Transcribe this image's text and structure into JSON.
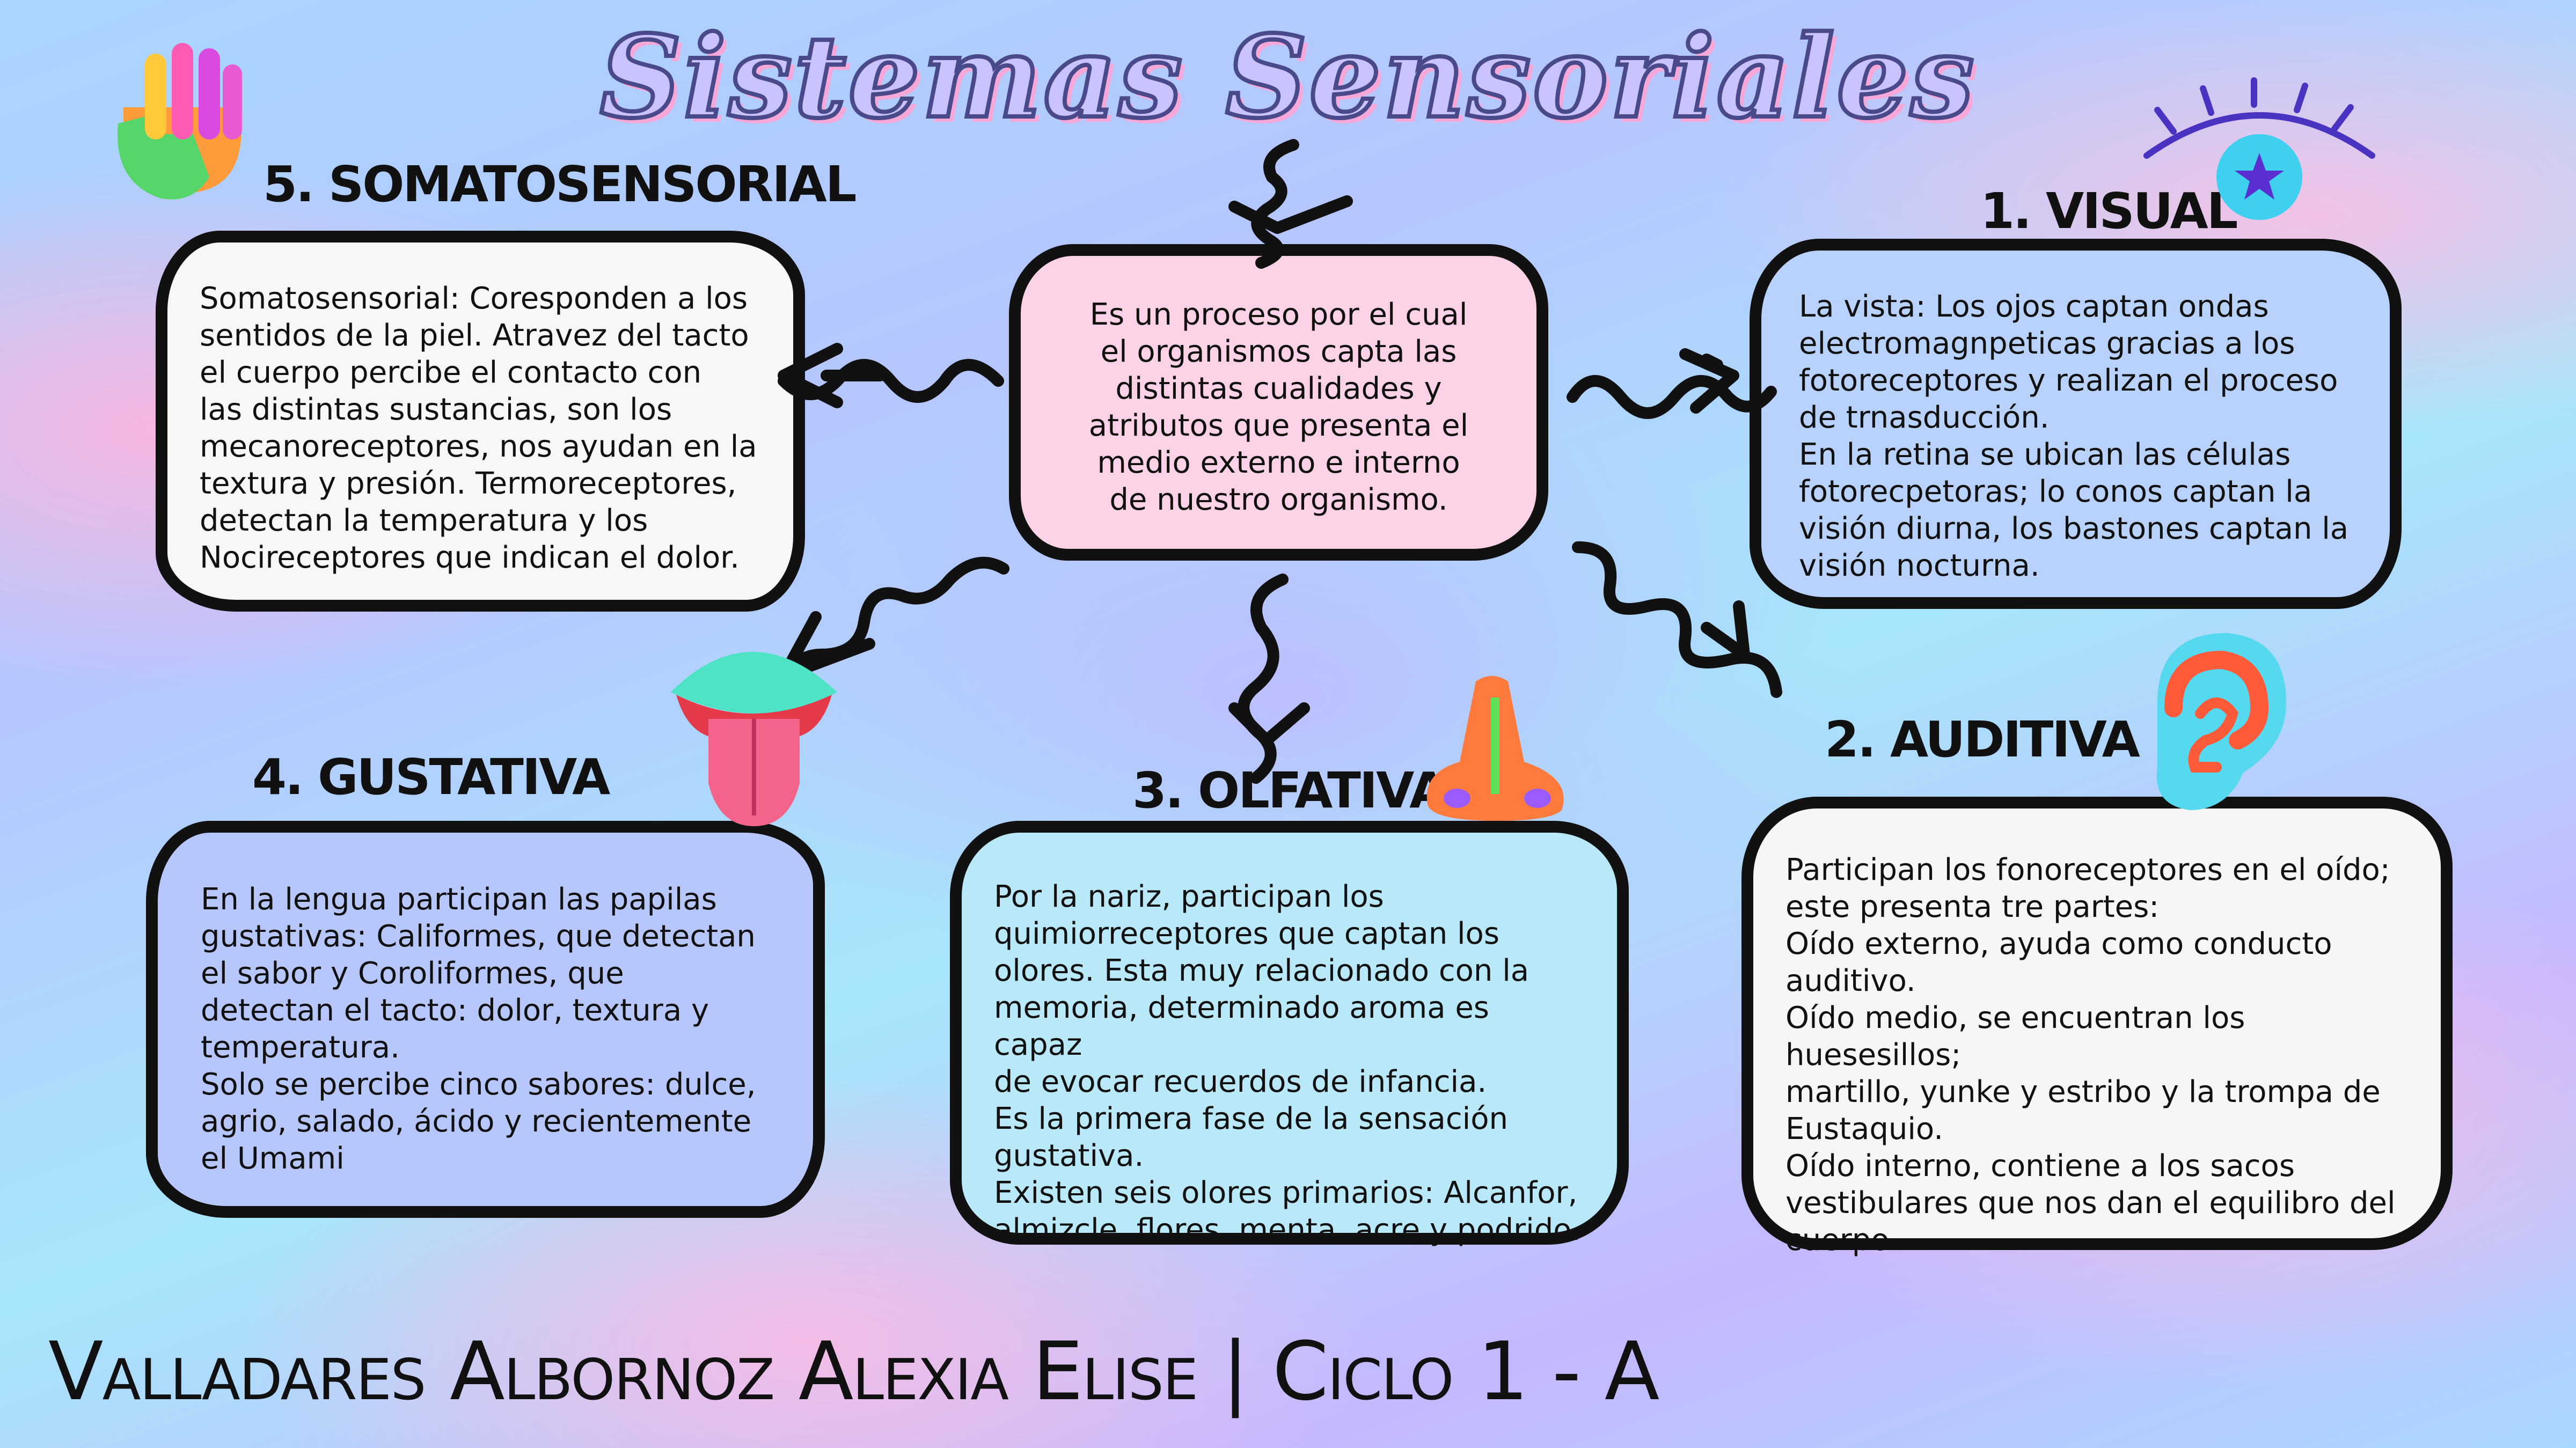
{
  "title": "Sistemas Sensoriales",
  "center": {
    "text": "Es un proceso por el cual\nel organismos capta las\ndistintas cualidades y\natributos que presenta el\nmedio externo e interno\nde nuestro organismo."
  },
  "sections": {
    "somatosensorial": {
      "heading": "5. SOMATOSENSORIAL",
      "text": "Somatosensorial: Coresponden a los\nsentidos de la piel. Atravez del tacto\nel cuerpo percibe el contacto con\nlas distintas sustancias, son los\nmecanoreceptores, nos ayudan en la\ntextura y presión. Termoreceptores,\ndetectan la temperatura y los\nNocireceptores que indican el dolor."
    },
    "visual": {
      "heading": "1. VISUAL",
      "text": "La vista: Los ojos captan ondas\nelectromagnpeticas gracias a los\nfotoreceptores y realizan el proceso\nde trnasducción.\nEn la retina se ubican las células\nfotorecpetoras; lo conos captan la\nvisión diurna, los bastones captan la\nvisión nocturna."
    },
    "gustativa": {
      "heading": "4. GUSTATIVA",
      "text": "En la lengua participan las papilas\ngustativas: Califormes, que detectan\nel sabor y Coroliformes, que\ndetectan el tacto: dolor, textura y\ntemperatura.\nSolo se percibe cinco sabores: dulce,\nagrio, salado, ácido y recientemente\nel Umami"
    },
    "olfativa": {
      "heading": "3. OLFATIVA",
      "text": "Por la nariz, participan los\nquimiorreceptores que captan los\nolores. Esta muy relacionado con la\nmemoria, determinado aroma es capaz\nde evocar recuerdos de infancia.\nEs la primera fase de la sensación\ngustativa.\nExisten seis olores primarios: Alcanfor,\nalmizcle, flores, menta, acre y podrido."
    },
    "auditiva": {
      "heading": "2. AUDITIVA",
      "text": "Participan los fonoreceptores en el oído;\neste presenta tre partes:\n Oído externo, ayuda como conducto\nauditivo.\nOído medio, se encuentran los huesesillos;\nmartillo, yunke y estribo y la trompa de\nEustaquio.\nOído interno, contiene a los sacos\nvestibulares que nos dan el equilibro del\ncuerpo."
    }
  },
  "footer": "Valladares Albornoz Alexia Elise  |  Ciclo 1 - A",
  "icons": [
    "hand-icon",
    "eye-icon",
    "tongue-icon",
    "nose-icon",
    "ear-icon",
    "squiggle-arrow-icon"
  ],
  "colors": {
    "outline": "#111111",
    "title_fill": "#c9c4ff",
    "center_box": "#fcd3e6",
    "visual_box": "#b8d2fb",
    "gustativa_box": "#b7c7fc",
    "olfativa_box": "#b9e9f8"
  }
}
